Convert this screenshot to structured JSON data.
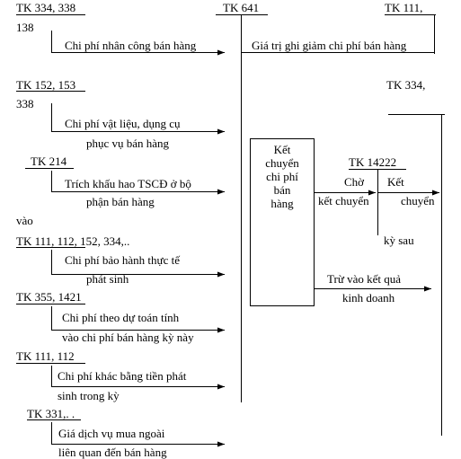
{
  "colors": {
    "line": "#000000",
    "background": "#ffffff"
  },
  "accounts": {
    "tk334_338": "TK 334, 338",
    "tk641": "TK 641",
    "tk111_top": "TK   111,",
    "n138": "138",
    "tk152_153": "TK 152, 153",
    "tk334_right": "TK   334,",
    "n338": "338",
    "tk214": "TK 214",
    "tk14222": "TK 14222",
    "tk111_112_152": "TK 111, 112, 152, 334,..",
    "tk355_1421": "TK 355, 1421",
    "tk111_112": "TK 111, 112",
    "tk331": "TK 331,. ."
  },
  "entries": {
    "labor": "Chi phí nhân công bán hàng",
    "reduction": "Giá trị ghi giảm chi phí bán hàng",
    "materials_1": "Chi phí vật liệu, dụng cụ",
    "materials_2": "phục vụ bán hàng",
    "depreciation_1": "Trích khấu hao TSCĐ ở bộ",
    "depreciation_2": "phận bán hàng",
    "into": "vào",
    "warranty_1": "Chi phí bảo hành thực tế",
    "warranty_2": "phát sinh",
    "estimate_1": "Chi phí theo dự toán tính",
    "estimate_2": "vào chi phí bán hàng kỳ này",
    "other_1": "Chi phí khác bằng tiền phát",
    "other_2": "sinh trong kỳ",
    "services_1": "Giá dịch vụ mua ngoài",
    "services_2": "liên quan đến bán hàng"
  },
  "transfer_box": [
    "Kết",
    "chuyển",
    "chi phí",
    "bán",
    "hàng"
  ],
  "pending": {
    "cho": "Chờ",
    "ket_right": "Kết",
    "ket_chuyen": "kết  chuyển",
    "chuyen": "chuyển",
    "ky_sau": "kỳ sau"
  },
  "result": {
    "line1": "Trừ vào kết quả",
    "line2": "kinh doanh"
  }
}
